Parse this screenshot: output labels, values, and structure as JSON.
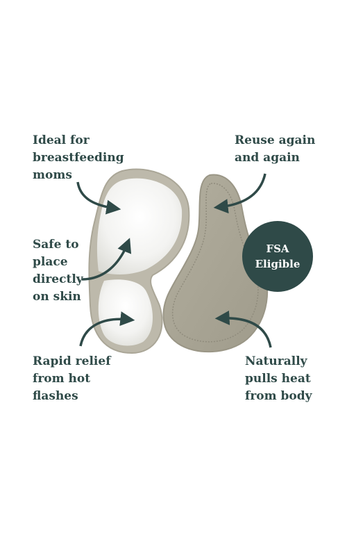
{
  "labels": {
    "ideal": "Ideal for\nbreastfeeding\nmoms",
    "safe": "Safe to\nplace\ndirectly\non skin",
    "rapid": "Rapid relief\nfrom hot\nflashes",
    "reuse": "Reuse again\nand again",
    "naturally": "Naturally\npulls heat\nfrom body"
  },
  "badge": {
    "text": "FSA\nEligible"
  },
  "colors": {
    "text": "#2f4a48",
    "badge": "#2f4a48",
    "pad_back": "#a9a595",
    "pad_frame": "#bdb9ab",
    "pad_gel": "#f1f1ee"
  }
}
